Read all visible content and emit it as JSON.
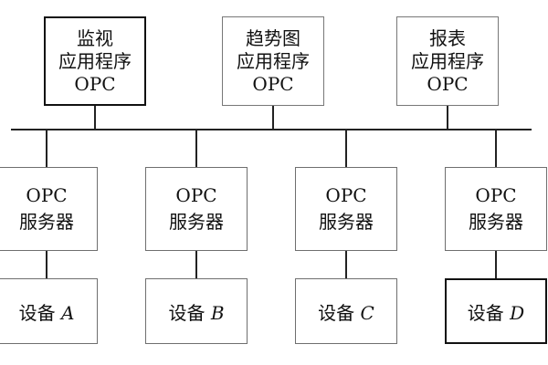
{
  "applications": [
    {
      "line1": "监视",
      "line2": "应用程序",
      "line3": "OPC"
    },
    {
      "line1": "趋势图",
      "line2": "应用程序",
      "line3": "OPC"
    },
    {
      "line1": "报表",
      "line2": "应用程序",
      "line3": "OPC"
    }
  ],
  "servers": [
    {
      "line1": "OPC",
      "line2": "服务器"
    },
    {
      "line1": "OPC",
      "line2": "服务器"
    },
    {
      "line1": "OPC",
      "line2": "服务器"
    },
    {
      "line1": "OPC",
      "line2": "服务器"
    }
  ],
  "devices": [
    {
      "prefix": "设备",
      "letter": "A"
    },
    {
      "prefix": "设备",
      "letter": "B"
    },
    {
      "prefix": "设备",
      "letter": "C"
    },
    {
      "prefix": "设备",
      "letter": "D"
    }
  ]
}
